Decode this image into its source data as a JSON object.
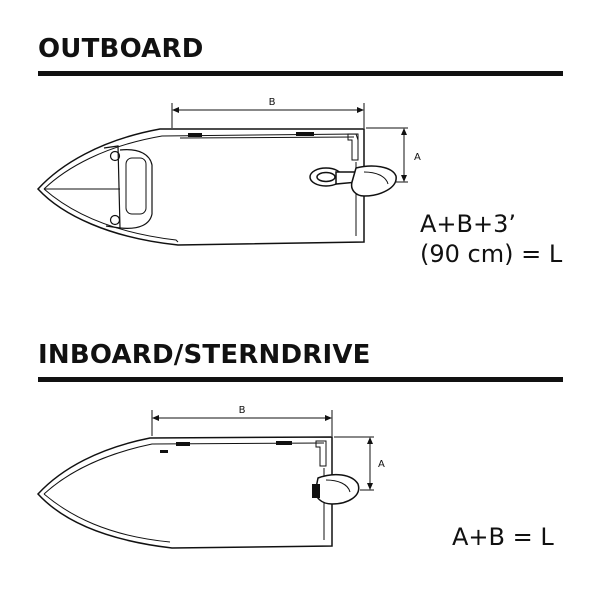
{
  "sections": {
    "outboard": {
      "title": "OUTBOARD",
      "dim_b": "B",
      "dim_a": "A",
      "formula_line1": "A+B+3’",
      "formula_line2": "(90 cm) = L"
    },
    "inboard": {
      "title": "INBOARD/STERNDRIVE",
      "dim_b": "B",
      "dim_a": "A",
      "formula": "A+B  = L"
    }
  }
}
